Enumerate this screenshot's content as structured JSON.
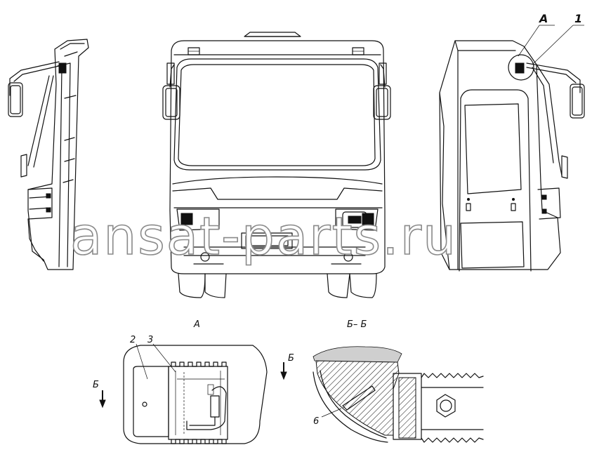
{
  "drawing": {
    "watermark": "ansat-parts.ru",
    "callouts": {
      "view_a": "А",
      "item_1": "1",
      "item_2": "2",
      "item_3": "3",
      "item_6": "6"
    },
    "detail_view_title": "А",
    "section_title": "Б– Б",
    "section_marker_left": "Б",
    "section_marker_right": "Б"
  }
}
